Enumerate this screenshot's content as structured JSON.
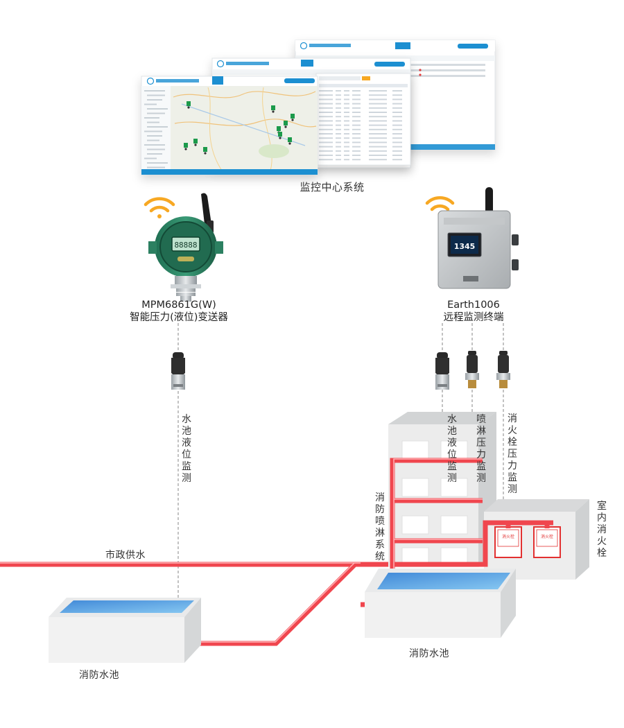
{
  "monitoring_center": {
    "label": "监控中心系统"
  },
  "device_left": {
    "model": "MPM6861G(W)",
    "name": "智能压力(液位)变送器"
  },
  "device_right": {
    "model": "Earth1006",
    "name": "远程监测终端",
    "screen_value": "1345"
  },
  "labels": {
    "pool_level_left": "水池液位监测",
    "pool_level_right": "水池液位监测",
    "sprinkler_pressure": "喷淋压力监测",
    "hydrant_pressure": "消火栓压力监测",
    "sprinkler_system": "消防喷淋系统",
    "indoor_hydrant": "室内消火栓",
    "municipal_water": "市政供水",
    "fire_pool_left": "消防水池",
    "fire_pool_right": "消防水池",
    "hydrant_box": "消火栓"
  },
  "colors": {
    "pipe": "#f0464e",
    "water": "#3b8fe0",
    "wifi": "#f7a823",
    "dash": "#9a9a9a",
    "accent": "#1a8fd1"
  },
  "icons": {
    "wifi": "wifi-icon",
    "antenna": "antenna-icon"
  }
}
